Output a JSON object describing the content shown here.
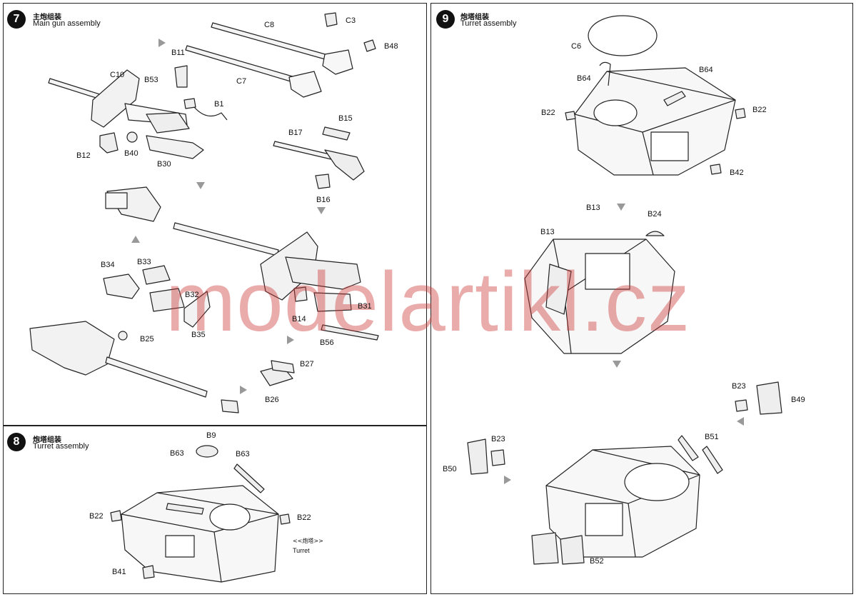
{
  "watermark": "modelartikl.cz",
  "steps": [
    {
      "number": "7",
      "title_cn": "主炮组装",
      "title_en": "Main gun assembly"
    },
    {
      "number": "8",
      "title_cn": "炮塔组装",
      "title_en": "Turret assembly"
    },
    {
      "number": "9",
      "title_cn": "炮塔组装",
      "title_en": "Turret assembly"
    }
  ],
  "parts7": [
    "C3",
    "C8",
    "B48",
    "C7",
    "B11",
    "C10",
    "B53",
    "B1",
    "B12",
    "B40",
    "B30",
    "B15",
    "B17",
    "B16",
    "B34",
    "B33",
    "B32",
    "B35",
    "B25",
    "B14",
    "B31",
    "B56",
    "B27",
    "B26"
  ],
  "parts8": [
    "B9",
    "B63",
    "B63",
    "B22",
    "B22",
    "B41"
  ],
  "turret_note_cn": "<<炮塔>>",
  "turret_note_en": "Turret",
  "parts9": [
    "C6",
    "B64",
    "B64",
    "B22",
    "B22",
    "B42",
    "B13",
    "B24",
    "B13",
    "B23",
    "B49",
    "B23",
    "B50",
    "B51",
    "B52"
  ]
}
